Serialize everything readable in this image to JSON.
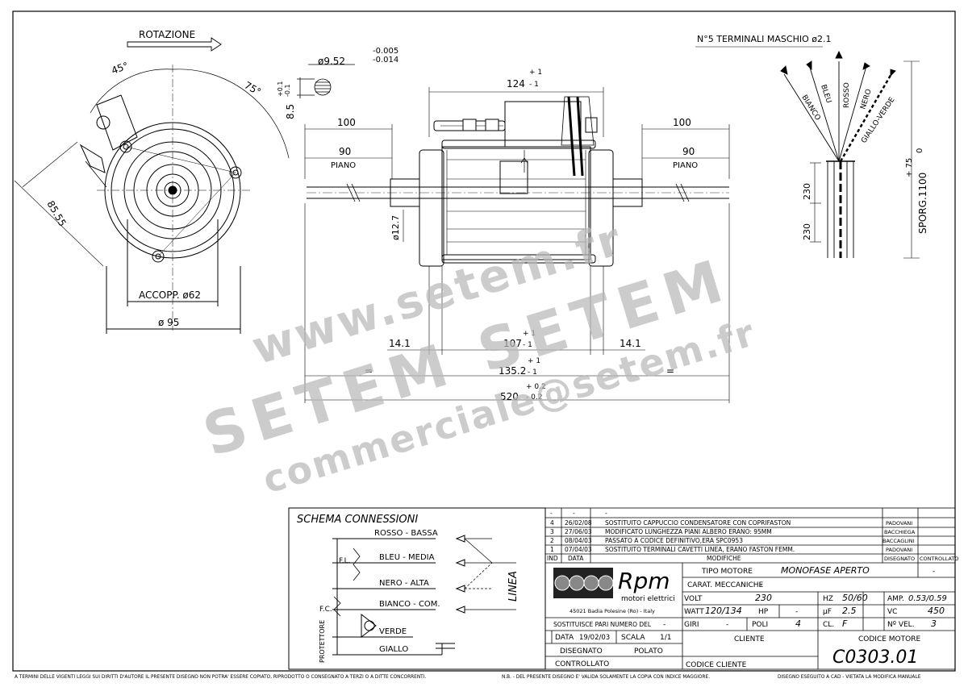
{
  "drawing": {
    "rotation_label": "ROTAZIONE",
    "terminals_label": "N°5 TERMINALI MASCHIO ø2.1",
    "dims": {
      "angle_45": "45°",
      "angle_75": "75°",
      "d_85_55": "85.55",
      "accopp": "ACCOPP. ø62",
      "d_95": "ø 95",
      "shaft_dia": "ø9.52",
      "shaft_tol_top": "-0.005",
      "shaft_tol_bot": "-0.014",
      "flat_85": "8.5",
      "flat_tol_top": "+0.1",
      "flat_tol_bot": "-0.1",
      "d_124": "124",
      "d_124_tol_top": "+ 1",
      "d_124_tol_bot": "- 1",
      "d_100_left": "100",
      "d_100_right": "100",
      "d_90_left": "90",
      "d_90_right": "90",
      "piano_left": "PIANO",
      "piano_right": "PIANO",
      "d_12_7": "ø12.7",
      "d_14_1_left": "14.1",
      "d_14_1_right": "14.1",
      "d_107": "107",
      "d_107_tol_top": "+ 1",
      "d_107_tol_bot": "- 1",
      "d_135_2": "135.2",
      "d_135_tol_top": "+ 1",
      "d_135_tol_bot": "- 1",
      "eq_left": "=",
      "eq_right": "=",
      "d_520": "520",
      "d_520_tol_top": "+ 0.2",
      "d_520_tol_bot": "- 0.2",
      "d_230_a": "230",
      "d_230_b": "230",
      "sporg": "SPORG.1100",
      "sporg_tol_top": "+ 75",
      "sporg_tol_bot": "0"
    },
    "wire_labels": [
      "BIANCO",
      "BLEU",
      "ROSSO",
      "NERO",
      "GIALLO-VERDE"
    ]
  },
  "schema": {
    "title": "SCHEMA CONNESSIONI",
    "wires": [
      "ROSSO - BASSA",
      "BLEU - MEDIA",
      "NERO - ALTA",
      "BIANCO - COM.",
      "VERDE",
      "GIALLO"
    ],
    "fl": "F.L.",
    "fc": "F.C.",
    "protettore": "PROTETTORE",
    "linea": "LINEA"
  },
  "revisions": {
    "header": [
      "IND",
      "DATA",
      "MODIFICHE",
      "DISEGNATO",
      "CONTROLLATO"
    ],
    "rows": [
      {
        "ind": "-",
        "data": "-",
        "desc": "-",
        "by": "",
        "ctrl": ""
      },
      {
        "ind": "4",
        "data": "26/02/08",
        "desc": "SOSTITUITO CAPPUCCIO CONDENSATORE CON COPRIFASTON",
        "by": "PADOVANI",
        "ctrl": ""
      },
      {
        "ind": "3",
        "data": "27/06/03",
        "desc": "MODIFICATO LUNGHEZZA PIANI ALBERO ERANO: 95MM",
        "by": "BACCHIEGA",
        "ctrl": ""
      },
      {
        "ind": "2",
        "data": "08/04/03",
        "desc": "PASSATO A CODICE DEFINITIVO,ERA SPC0953",
        "by": "BACCAGLINI",
        "ctrl": ""
      },
      {
        "ind": "1",
        "data": "07/04/03",
        "desc": "SOSTITUITO TERMINALI CAVETTI LINEA, ERANO FASTON FEMM.",
        "by": "PADOVANI",
        "ctrl": ""
      }
    ]
  },
  "company": {
    "name": "Rpm",
    "subtitle": "motori elettrici",
    "address": "45021 Badia Polesine (Ro) - Italy"
  },
  "specs": {
    "tipo_motore_label": "TIPO MOTORE",
    "tipo_motore": "MONOFASE APERTO",
    "tipo_dash": "-",
    "carat_label": "CARAT. MECCANICHE",
    "carat_value": "-",
    "volt_label": "VOLT",
    "volt": "230",
    "hz_label": "HZ",
    "hz": "50/60",
    "amp_label": "AMP.",
    "amp": "0.53/0.59",
    "watt_label": "WATT",
    "watt": "120/134",
    "hp_label": "HP",
    "hp": "-",
    "uf_label": "µF",
    "uf": "2.5",
    "vc_label": "VC",
    "vc": "450",
    "giri_label": "GIRI",
    "giri": "-",
    "poli_label": "POLI",
    "poli": "4",
    "cl_label": "CL.",
    "cl": "F",
    "nvel_label": "Nº VEL.",
    "nvel": "3",
    "cliente_label": "CLIENTE",
    "codice_motore_label": "CODICE MOTORE",
    "codice_motore": "C0303.01",
    "codice_cliente_label": "CODICE CLIENTE",
    "sostituisce_label": "SOSTITUISCE PARI NUMERO DEL",
    "sostituisce": "-",
    "data_label": "DATA",
    "data": "19/02/03",
    "scala_label": "SCALA",
    "scala": "1/1",
    "disegnato_label": "DISEGNATO",
    "disegnato": "POLATO",
    "controllato_label": "CONTROLLATO"
  },
  "footer": {
    "left": "A TERMINI DELLE VIGENTI LEGGI SUI DIRITTI D'AUTORE IL PRESENTE DISEGNO NON POTRA' ESSERE COPIATO, RIPRODOTTO O CONSEGNATO A TERZI O A DITTE CONCORRENTI.",
    "middle": "N.B. - DEL PRESENTE DISEGNO E' VALIDA SOLAMENTE LA COPIA CON INDICE MAGGIORE.",
    "right": "DISEGNO ESEGUITO A CAD - VIETATA LA MODIFICA MANUALE"
  },
  "watermark": {
    "line1": "www.setem.fr",
    "line2": "SETEM SETEM",
    "line3": "commerciale@setem.fr"
  }
}
